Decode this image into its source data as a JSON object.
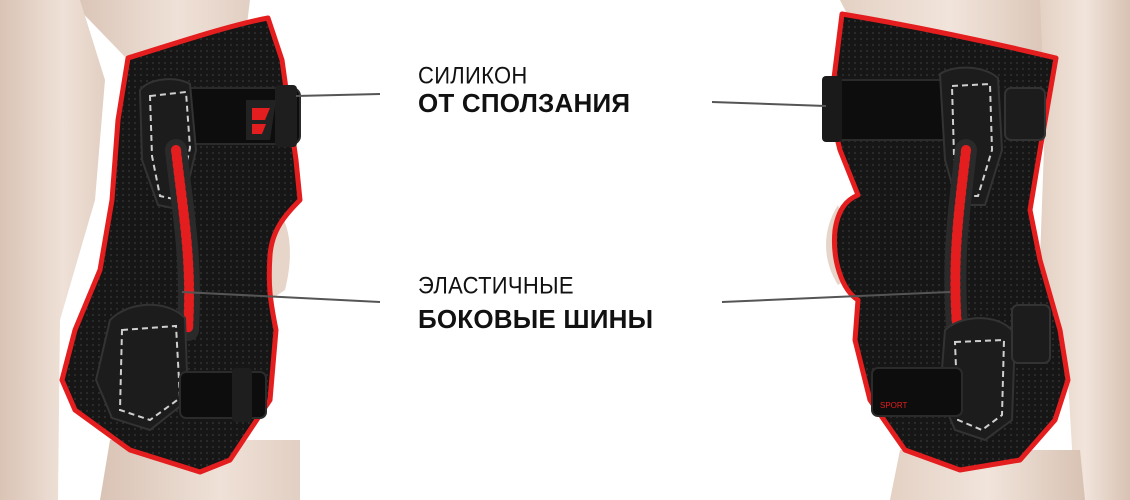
{
  "callouts": [
    {
      "line1": "СИЛИКОН",
      "line2": "ОТ СПОЛЗАНИЯ"
    },
    {
      "line1": "ЭЛАСТИЧНЫЕ",
      "line2": "БОКОВЫЕ ШИНЫ"
    }
  ],
  "brace_brand_text": "SPORT",
  "colors": {
    "background": "#ffffff",
    "skin": "#e9d8cd",
    "brace_fabric": "#141414",
    "trim": "#e41e1e",
    "leader_line": "#555555",
    "label_text": "#111111"
  }
}
